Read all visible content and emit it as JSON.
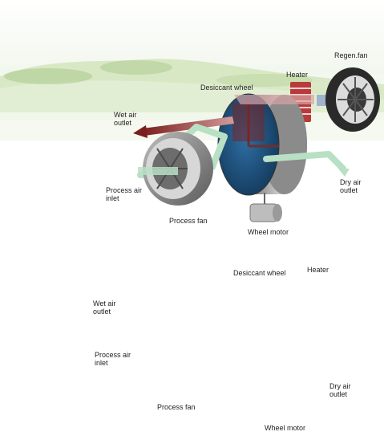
{
  "diagram_top": {
    "labels": {
      "regen_fan": "Regen.fan",
      "heater": "Heater",
      "desiccant_wheel": "Desiccant wheel",
      "wet_air_outlet_1": "Wet air",
      "wet_air_outlet_2": "outlet",
      "process_air_inlet_1": "Process air",
      "process_air_inlet_2": "inlet",
      "process_fan": "Process fan",
      "wheel_motor": "Wheel motor",
      "dry_air_outlet_1": "Dry air",
      "dry_air_outlet_2": "outlet"
    }
  },
  "diagram_bottom": {
    "labels": {
      "desiccant_wheel": "Desiccant wheel",
      "heater": "Heater",
      "wet_air_outlet_1": "Wet air",
      "wet_air_outlet_2": "outlet",
      "process_air_inlet_1": "Process air",
      "process_air_inlet_2": "inlet",
      "process_fan": "Process fan",
      "wheel_motor": "Wheel motor",
      "dry_air_outlet_1": "Dry air",
      "dry_air_outlet_2": "outlet"
    }
  },
  "colors": {
    "wheel_face": "#1f4f7a",
    "wheel_rim": "#9a9a9a",
    "wet_air_stream": "#8a2a2a",
    "dry_air_stream": "#b8e0c4",
    "heater_red": "#b83b3b",
    "fan_gray": "#8c8c8c",
    "background_green": "#cfe3b5"
  }
}
